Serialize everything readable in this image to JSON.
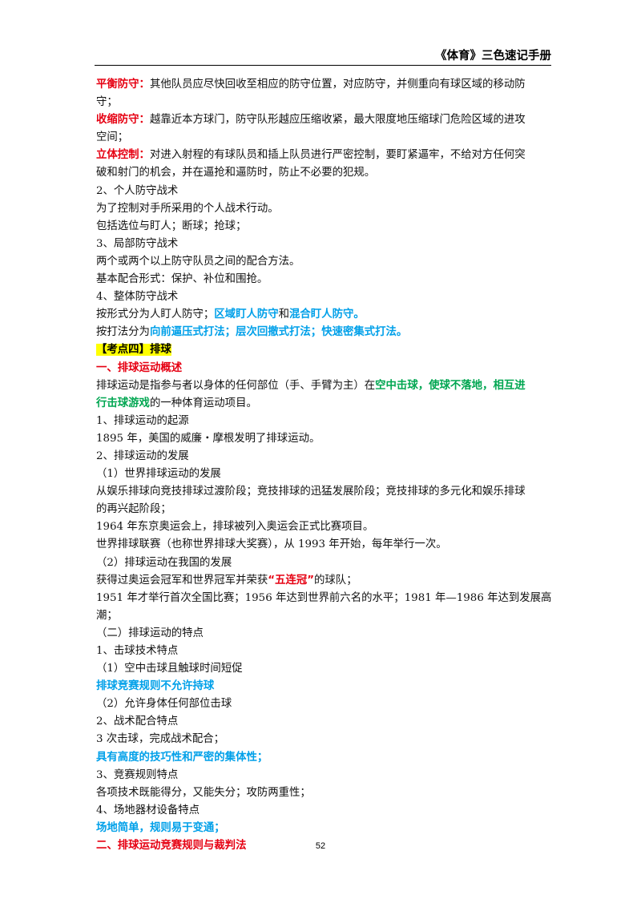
{
  "header": {
    "title": "《体育》三色速记手册"
  },
  "page_number": "52",
  "body": {
    "l1": {
      "label": "平衡防守：",
      "text": "其他队员应尽快回收至相应的防守位置，对应防守，并侧重向有球区域的移动防"
    },
    "l2": "守；",
    "l3": {
      "label": "收缩防守：",
      "text": "越靠近本方球门，防守队形越应压缩收紧，最大限度地压缩球门危险区域的进攻"
    },
    "l4": "空间；",
    "l5": {
      "label": "立体控制：",
      "text": "对进入射程的有球队员和插上队员进行严密控制，要盯紧逼牢，不给对方任何突"
    },
    "l6": "破和射门的机会，并在逼抢和逼防时，防止不必要的犯规。",
    "l7": "2、个人防守战术",
    "l8": "为了控制对手所采用的个人战术行动。",
    "l9": "包括选位与盯人；断球；抢球；",
    "l10": "3、局部防守战术",
    "l11": "两个或两个以上防守队员之间的配合方法。",
    "l12": "基本配合形式：保护、补位和围抢。",
    "l13": "4、整体防守战术",
    "l14": {
      "pre": "按形式分为人盯人防守；",
      "b1": "区域盯人防守",
      "mid": "和",
      "b2": "混合盯人防守。"
    },
    "l15": {
      "pre": "按打法分为",
      "b": "向前逼压式打法；层次回撤式打法；快速密集式打法。"
    },
    "l16": "【考点四】排球",
    "l17": "一、排球运动概述",
    "l18": {
      "pre": "排球运动是指参与者以身体的任何部位（手、手臂为主）在",
      "g": "空中击球，使球不落地，相互进"
    },
    "l19": {
      "g": "行击球游戏",
      "post": "的一种体育运动项目。"
    },
    "l20": "1、排球运动的起源",
    "l21": "1895 年，美国的威廉・摩根发明了排球运动。",
    "l22": "2、排球运动的发展",
    "l23": "（1）世界排球运动的发展",
    "l24": "从娱乐排球向竞技排球过渡阶段；竞技排球的迅猛发展阶段；竞技排球的多元化和娱乐排球",
    "l25": "的再兴起阶段；",
    "l26": "1964 年东京奥运会上，排球被列入奥运会正式比赛项目。",
    "l27": "世界排球联赛（也称世界排球大奖赛），从 1993 年开始，每年举行一次。",
    "l28": "（2）排球运动在我国的发展",
    "l29": {
      "pre": "获得过奥运会冠军和世界冠军并荣获",
      "r": "“五连冠”",
      "post": "的球队；"
    },
    "l30": "1951 年才举行首次全国比赛；1956 年达到世界前六名的水平；1981 年—1986 年达到发展高",
    "l31": "潮；",
    "l32": "（二）排球运动的特点",
    "l33": "1、击球技术特点",
    "l34": "（1）空中击球且触球时间短促",
    "l35": "排球竞赛规则不允许持球",
    "l36": "（2）允许身体任何部位击球",
    "l37": "2、战术配合特点",
    "l38": "3 次击球，完成战术配合；",
    "l39": "具有高度的技巧性和严密的集体性；",
    "l40": "3、竞赛规则特点",
    "l41": "各项技术既能得分，又能失分；攻防两重性；",
    "l42": "4、场地器材设备特点",
    "l43": "场地简单，规则易于变通；",
    "l44": "二、排球运动竞赛规则与裁判法"
  },
  "colors": {
    "red": "#e60012",
    "green": "#00a651",
    "blue": "#00a0e9",
    "highlight": "#ffff00"
  }
}
